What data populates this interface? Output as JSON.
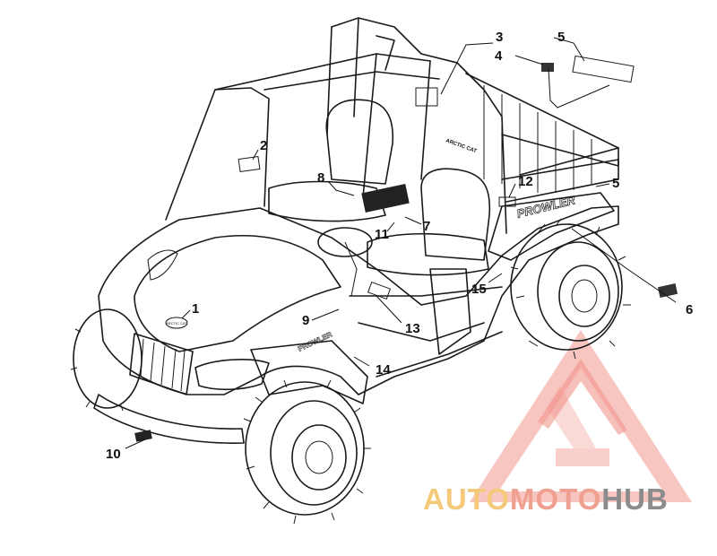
{
  "diagram": {
    "callouts": [
      "1",
      "2",
      "3",
      "4",
      "5",
      "5",
      "6",
      "7",
      "8",
      "9",
      "10",
      "11",
      "12",
      "13",
      "14",
      "15"
    ]
  },
  "watermark": {
    "part1": "AUTO",
    "part2": "MOTO",
    "part3": "HUB",
    "colors": {
      "auto": "#f5c97a",
      "moto": "#f0a090",
      "hub": "#8c8c8c",
      "logo": "#f08a80"
    }
  },
  "decal_text": {
    "hood_logo": "ARCTIC CAT",
    "seat_decal": "ARCTIC CAT",
    "side_decal": "PROWLER"
  }
}
